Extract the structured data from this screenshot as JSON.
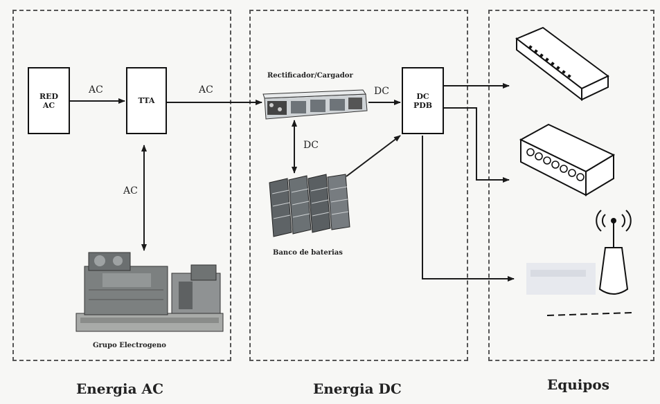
{
  "sections": {
    "ac_title": "Energia AC",
    "dc_title": "Energia DC",
    "equip_title": "Equipos"
  },
  "blocks": {
    "red_ac_line1": "RED",
    "red_ac_line2": "AC",
    "tta": "TTA",
    "dc_pdb_line1": "DC",
    "dc_pdb_line2": "PDB"
  },
  "captions": {
    "rectifier": "Rectificador/Cargador",
    "battery": "Banco de baterias",
    "generator": "Grupo Electrogeno"
  },
  "links": {
    "red_to_tta": "AC",
    "tta_to_rect": "AC",
    "rect_to_pdb": "DC",
    "rect_batt": "DC",
    "gen_tta": "AC"
  },
  "colors": {
    "line": "#1a1a1a",
    "region_border": "#555555"
  }
}
